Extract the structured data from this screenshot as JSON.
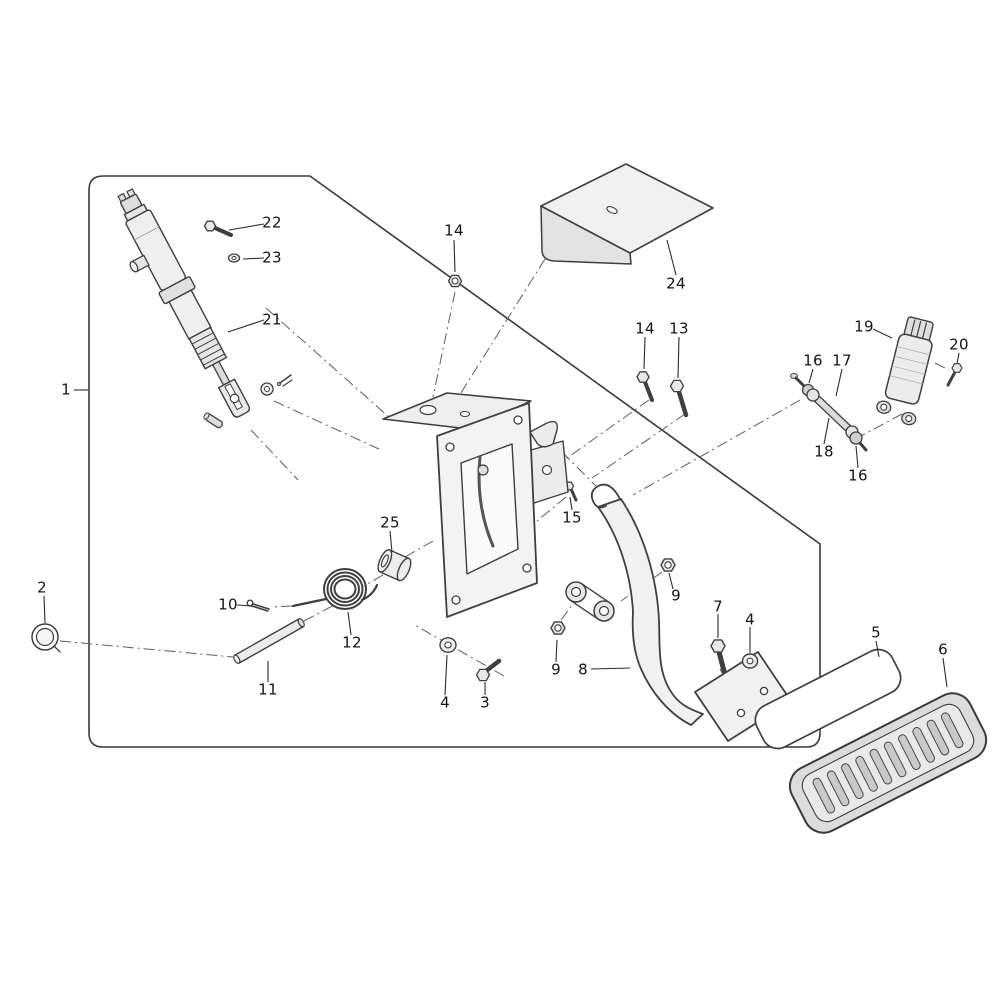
{
  "colors": {
    "background": "#ffffff",
    "line": "#3a3a3a",
    "label": "#141414"
  },
  "diagram_type": "exploded-parts-diagram",
  "callouts": [
    {
      "text": "22"
    },
    {
      "text": "23"
    },
    {
      "text": "21"
    },
    {
      "text": "1"
    },
    {
      "text": "14"
    },
    {
      "text": "24"
    },
    {
      "text": "14"
    },
    {
      "text": "13"
    },
    {
      "text": "19"
    },
    {
      "text": "20"
    },
    {
      "text": "16"
    },
    {
      "text": "17"
    },
    {
      "text": "18"
    },
    {
      "text": "16"
    },
    {
      "text": "15"
    },
    {
      "text": "25"
    },
    {
      "text": "9"
    },
    {
      "text": "10"
    },
    {
      "text": "2"
    },
    {
      "text": "12"
    },
    {
      "text": "11"
    },
    {
      "text": "4"
    },
    {
      "text": "3"
    },
    {
      "text": "9"
    },
    {
      "text": "8"
    },
    {
      "text": "7"
    },
    {
      "text": "4"
    },
    {
      "text": "5"
    },
    {
      "text": "6"
    }
  ]
}
